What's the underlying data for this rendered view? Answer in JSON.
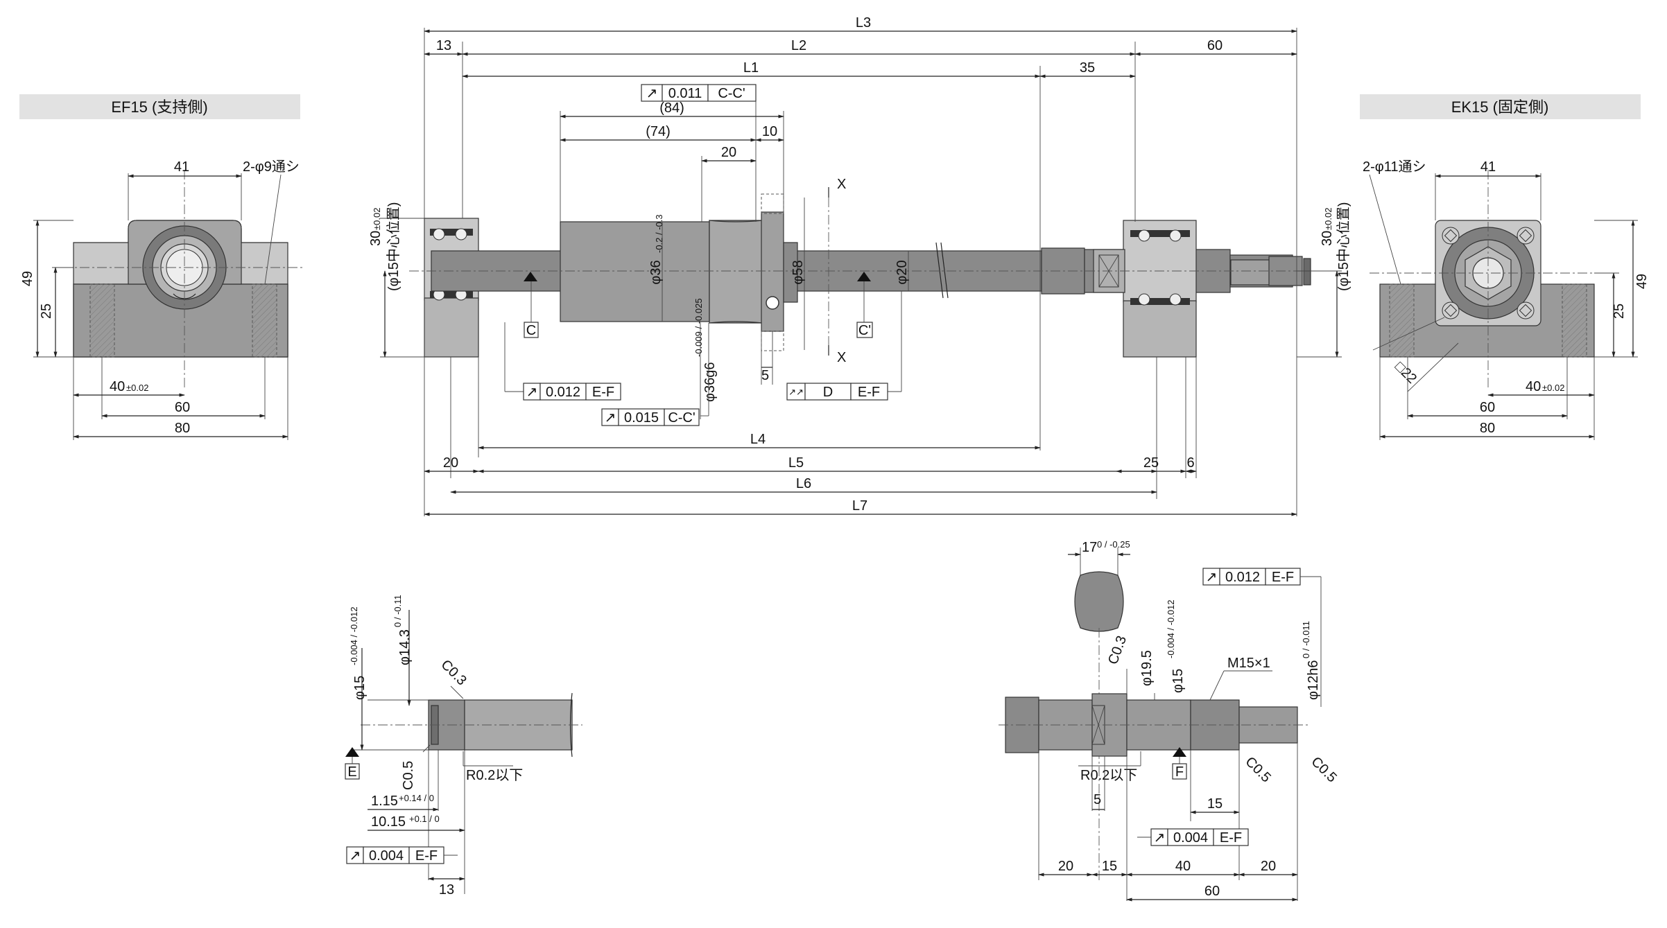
{
  "titles": {
    "left_view": "EF15 (支持側)",
    "right_view": "EK15 (固定側)"
  },
  "colors": {
    "header_bg": "#e2e2e2",
    "part_gray": "#8f8f8f",
    "part_light": "#c9c9c9",
    "line": "#222222"
  },
  "ef15": {
    "d41": "41",
    "hole": "2-φ9通シ",
    "d49": "49",
    "d25": "25",
    "d40": "40",
    "d40_tol": "±0.02",
    "d60": "60",
    "d80": "80"
  },
  "ek15": {
    "hole": "2-φ11通シ",
    "d41": "41",
    "d49": "49",
    "d25": "25",
    "sq": "□22",
    "d40": "40",
    "d40_tol": "±0.02",
    "d60": "60",
    "d80": "80"
  },
  "main": {
    "L3": "L3",
    "d13": "13",
    "L2": "L2",
    "d60": "60",
    "L1": "L1",
    "d35": "35",
    "runout_top": {
      "sym": "↗",
      "val": "0.011",
      "ref": "C-C'"
    },
    "d84": "(84)",
    "d74": "(74)",
    "d10": "10",
    "d20top": "20",
    "center_left": "30",
    "center_left_tol": "±0.02",
    "center_left_note": "(φ15中心位置)",
    "center_right": "30",
    "center_right_tol": "±0.02",
    "center_right_note": "(φ15中心位置)",
    "phi36": "φ36",
    "phi36_tol": "-0.2 / -0.3",
    "phi58": "φ58",
    "phi20": "φ20",
    "X": "X",
    "datum_C": "C",
    "datum_C2": "C'",
    "phi36g6": "φ36g6",
    "phi36g6_tol": "-0.009 / -0.025",
    "d5": "5",
    "runout_b1": {
      "sym": "↗",
      "val": "0.012",
      "ref": "E-F"
    },
    "runout_b2": {
      "sym": "↗",
      "val": "0.015",
      "ref": "C-C'"
    },
    "runout_D": {
      "sym": "↗↗",
      "val": "D",
      "ref": "E-F"
    },
    "L4": "L4",
    "d20": "20",
    "L5": "L5",
    "d25": "25",
    "d6": "6",
    "L6": "L6",
    "L7": "L7"
  },
  "detail_left": {
    "phi15": "φ15",
    "phi15_tol": "-0.004 / -0.012",
    "phi143": "φ14.3",
    "phi143_tol": "0 / -0.11",
    "c03": "C0.3",
    "c05": "C0.5",
    "datum_E": "E",
    "r02": "R0.2以下",
    "d115": "1.15",
    "d115_tol": "+0.14 / 0",
    "d1015": "10.15",
    "d1015_tol": "+0.1 / 0",
    "runout": {
      "sym": "↗",
      "val": "0.004",
      "ref": "E-F"
    },
    "d13": "13"
  },
  "detail_right": {
    "d17": "17",
    "d17_tol": "0 / -0.25",
    "runout_top": {
      "sym": "↗",
      "val": "0.012",
      "ref": "E-F"
    },
    "c03": "C0.3",
    "phi195": "φ19.5",
    "phi15": "φ15",
    "phi15_tol": "-0.004 / -0.012",
    "m15": "M15×1",
    "phi12h6": "φ12h6",
    "phi12h6_tol": "0 / -0.011",
    "r02": "R0.2以下",
    "datum_F": "F",
    "c05a": "C0.5",
    "c05b": "C0.5",
    "d5": "5",
    "d15a": "15",
    "runout_bot": {
      "sym": "↗",
      "val": "0.004",
      "ref": "E-F"
    },
    "d20a": "20",
    "d15b": "15",
    "d40": "40",
    "d20b": "20",
    "d60": "60"
  }
}
